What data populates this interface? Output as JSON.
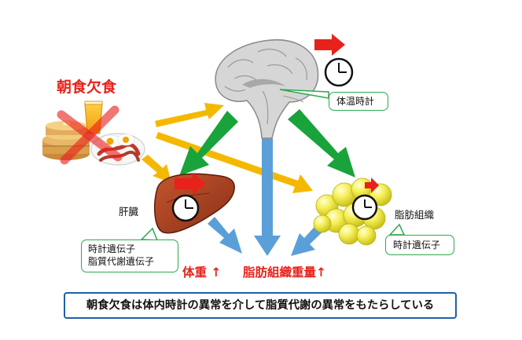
{
  "labels": {
    "skipping_breakfast": "朝食欠食",
    "body_temp_clock": "体温時計",
    "liver": "肝臓",
    "adipose": "脂肪組織",
    "liver_genes_line1": "時計遺伝子",
    "liver_genes_line2": "脂質代謝遺伝子",
    "adipose_genes": "時計遺伝子",
    "body_weight": "体重 ↑",
    "fat_weight": "脂肪組織重量↑",
    "conclusion": "朝食欠食は体内時計の異常を介して脂質代謝の異常をもたらしている"
  },
  "colors": {
    "yellow_arrow": "#f5b800",
    "green_arrow": "#19a33b",
    "blue_arrow": "#5a9fd8",
    "red_accent": "#e8211b",
    "callout_border": "#2fa84f",
    "conclusion_border": "#1f5fa8"
  },
  "icons": [
    "brain-icon",
    "clock-icon",
    "liver-icon",
    "adipose-icon",
    "breakfast-icon",
    "cross-icon"
  ]
}
